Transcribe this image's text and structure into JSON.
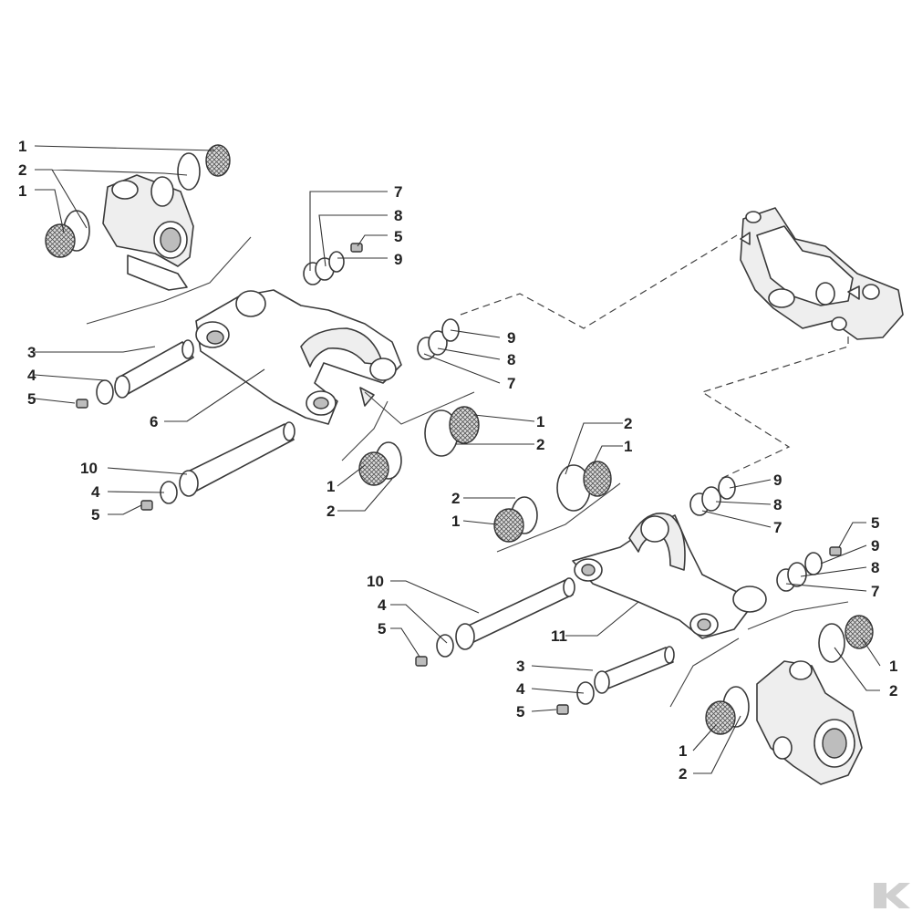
{
  "diagram": {
    "callouts": [
      {
        "id": "c01",
        "text": "1"
      },
      {
        "id": "c02",
        "text": "2"
      },
      {
        "id": "c03",
        "text": "1"
      },
      {
        "id": "c04",
        "text": "7"
      },
      {
        "id": "c05",
        "text": "8"
      },
      {
        "id": "c06",
        "text": "5"
      },
      {
        "id": "c07",
        "text": "9"
      },
      {
        "id": "c08",
        "text": "9"
      },
      {
        "id": "c09",
        "text": "8"
      },
      {
        "id": "c10",
        "text": "7"
      },
      {
        "id": "c11",
        "text": "3"
      },
      {
        "id": "c12",
        "text": "4"
      },
      {
        "id": "c13",
        "text": "5"
      },
      {
        "id": "c14",
        "text": "6"
      },
      {
        "id": "c15",
        "text": "1"
      },
      {
        "id": "c16",
        "text": "2"
      },
      {
        "id": "c17",
        "text": "10"
      },
      {
        "id": "c18",
        "text": "4"
      },
      {
        "id": "c19",
        "text": "5"
      },
      {
        "id": "c20",
        "text": "1"
      },
      {
        "id": "c21",
        "text": "2"
      },
      {
        "id": "c22",
        "text": "2"
      },
      {
        "id": "c23",
        "text": "1"
      },
      {
        "id": "c24",
        "text": "2"
      },
      {
        "id": "c25",
        "text": "1"
      },
      {
        "id": "c26",
        "text": "9"
      },
      {
        "id": "c27",
        "text": "8"
      },
      {
        "id": "c28",
        "text": "7"
      },
      {
        "id": "c29",
        "text": "5"
      },
      {
        "id": "c30",
        "text": "9"
      },
      {
        "id": "c31",
        "text": "8"
      },
      {
        "id": "c32",
        "text": "7"
      },
      {
        "id": "c33",
        "text": "10"
      },
      {
        "id": "c34",
        "text": "4"
      },
      {
        "id": "c35",
        "text": "5"
      },
      {
        "id": "c36",
        "text": "11"
      },
      {
        "id": "c37",
        "text": "1"
      },
      {
        "id": "c38",
        "text": "2"
      },
      {
        "id": "c39",
        "text": "3"
      },
      {
        "id": "c40",
        "text": "4"
      },
      {
        "id": "c41",
        "text": "5"
      },
      {
        "id": "c42",
        "text": "1"
      },
      {
        "id": "c43",
        "text": "2"
      }
    ]
  },
  "colors": {
    "line": "#3a3a3a",
    "text": "#222222",
    "logo": "#d0d0d0"
  }
}
